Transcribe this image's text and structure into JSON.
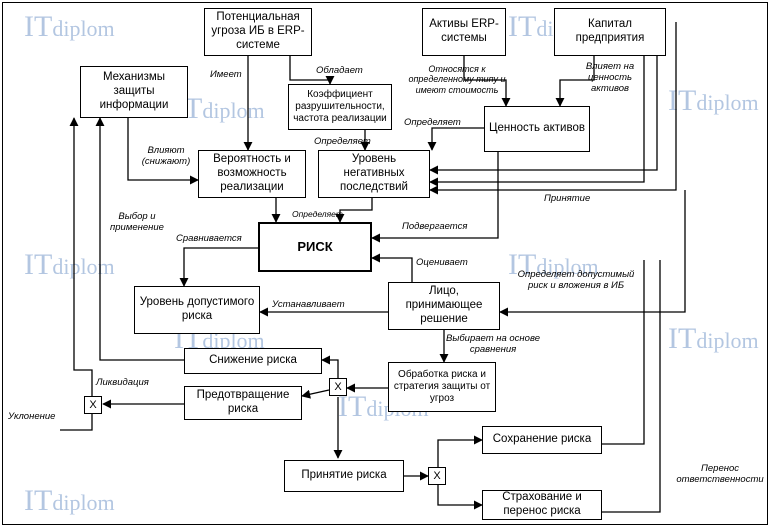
{
  "boxes": {
    "threat": "Потенциальная угроза ИБ в ERP-системе",
    "mechanisms": "Механизмы защиты информации",
    "coef": "Коэффициент разрушительности, частота реализации",
    "erp_assets": "Активы ERP-системы",
    "capital": "Капитал предприятия",
    "asset_value": "Ценность активов",
    "probability": "Вероятность и возможность реализации",
    "negative": "Уровень негативных последствий",
    "risk": "РИСК",
    "acceptable": "Уровень допустимого риска",
    "decision": "Лицо, принимающее решение",
    "reduce": "Снижение риска",
    "prevent": "Предотвращение риска",
    "processing": "Обработка риска и стратегия защиты от угроз",
    "retain": "Сохранение риска",
    "accept": "Принятие риска",
    "insure": "Страхование и перенос риска"
  },
  "x_label": "X",
  "labels": {
    "has": "Имеет",
    "possesses": "Обладает",
    "belong": "Относятся к определенному типу и имеют стоимость",
    "affects_value": "Влияет на ценность активов",
    "influence": "Влияют (снижают)",
    "determines1": "Определяет",
    "determines2": "Определяет",
    "determines3": "Определяет",
    "choice": "Выбор и применение",
    "compared": "Сравнивается",
    "subject": "Подвергается",
    "acceptance": "Принятие",
    "evaluates": "Оценивает",
    "sets": "Устанавливает",
    "det_acceptable": "Определяет допустимый риск и вложения в ИБ",
    "choose_basis": "Выбирает на основе сравнения",
    "liquidation": "Ликвидация",
    "avoidance": "Уклонение",
    "transfer": "Перенос ответственности"
  },
  "watermark": {
    "it": "IT",
    "diplom": "diplom"
  }
}
